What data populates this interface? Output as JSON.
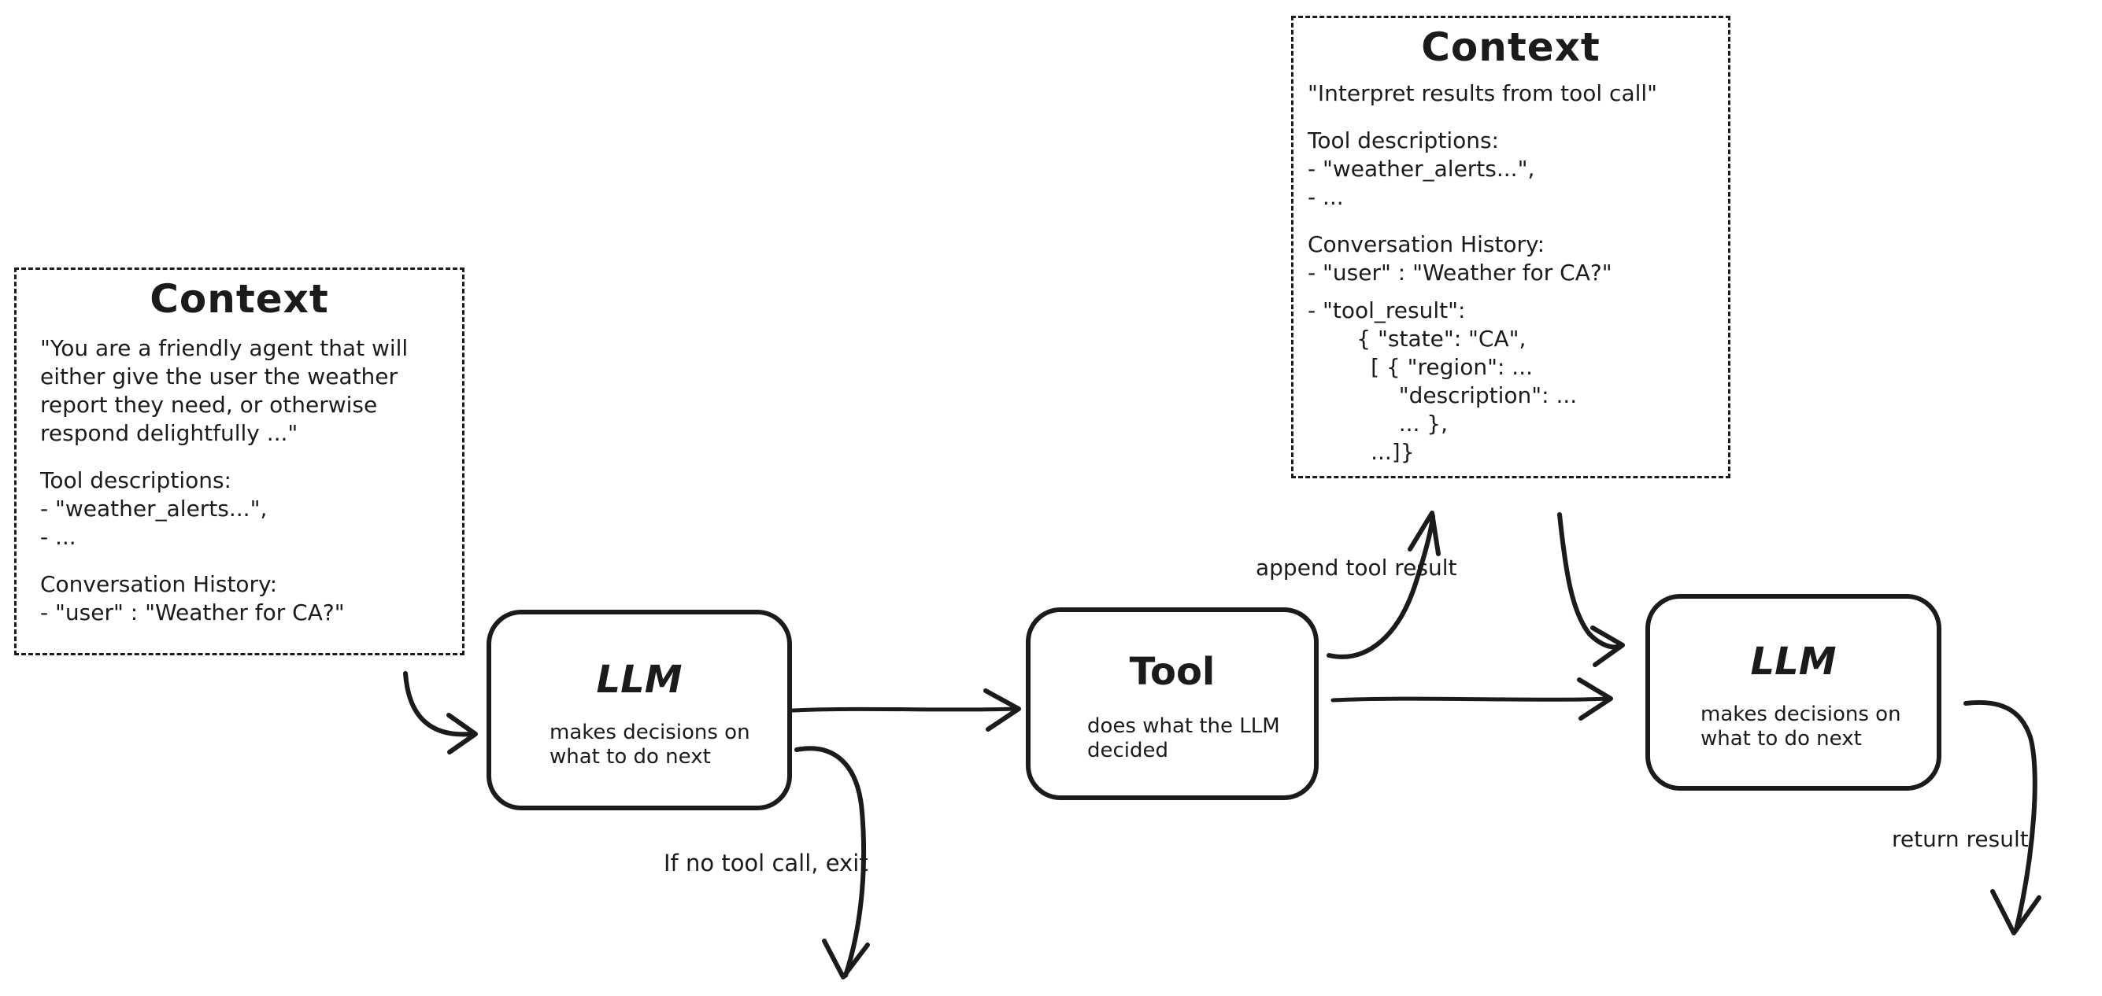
{
  "canvas": {
    "background": "#ffffff",
    "ink": "#1b1b1b"
  },
  "boxes": {
    "context_left": {
      "title": "Context",
      "lines": [
        "\"You are a friendly agent that will",
        "either give the user the weather",
        "report they need, or otherwise",
        "respond delightfully ...\"",
        "Tool descriptions:",
        "- \"weather_alerts...\",",
        "- ...",
        "Conversation History:",
        "- \"user\" : \"Weather for CA?\""
      ]
    },
    "context_top": {
      "title": "Context",
      "lines": [
        "\"Interpret results from tool call\"",
        "Tool descriptions:",
        "- \"weather_alerts...\",",
        "- ...",
        "Conversation History:",
        "- \"user\" : \"Weather for CA?\"",
        "- \"tool_result\":",
        "       { \"state\": \"CA\",",
        "         [ { \"region\": ...",
        "             \"description\": ...",
        "             ... },",
        "         ...]}"
      ]
    },
    "llm1": {
      "title": "LLM",
      "subtitle_line1": "makes decisions on",
      "subtitle_line2": "what to do next"
    },
    "tool": {
      "title": "Tool",
      "subtitle_line1": "does what the LLM",
      "subtitle_line2": "decided"
    },
    "llm2": {
      "title": "LLM",
      "subtitle_line1": "makes decisions on",
      "subtitle_line2": "what to do next"
    }
  },
  "labels": {
    "append_tool_result": "append tool result",
    "if_no_tool_call_exit": "If no tool call, exit",
    "return_result": "return result"
  }
}
